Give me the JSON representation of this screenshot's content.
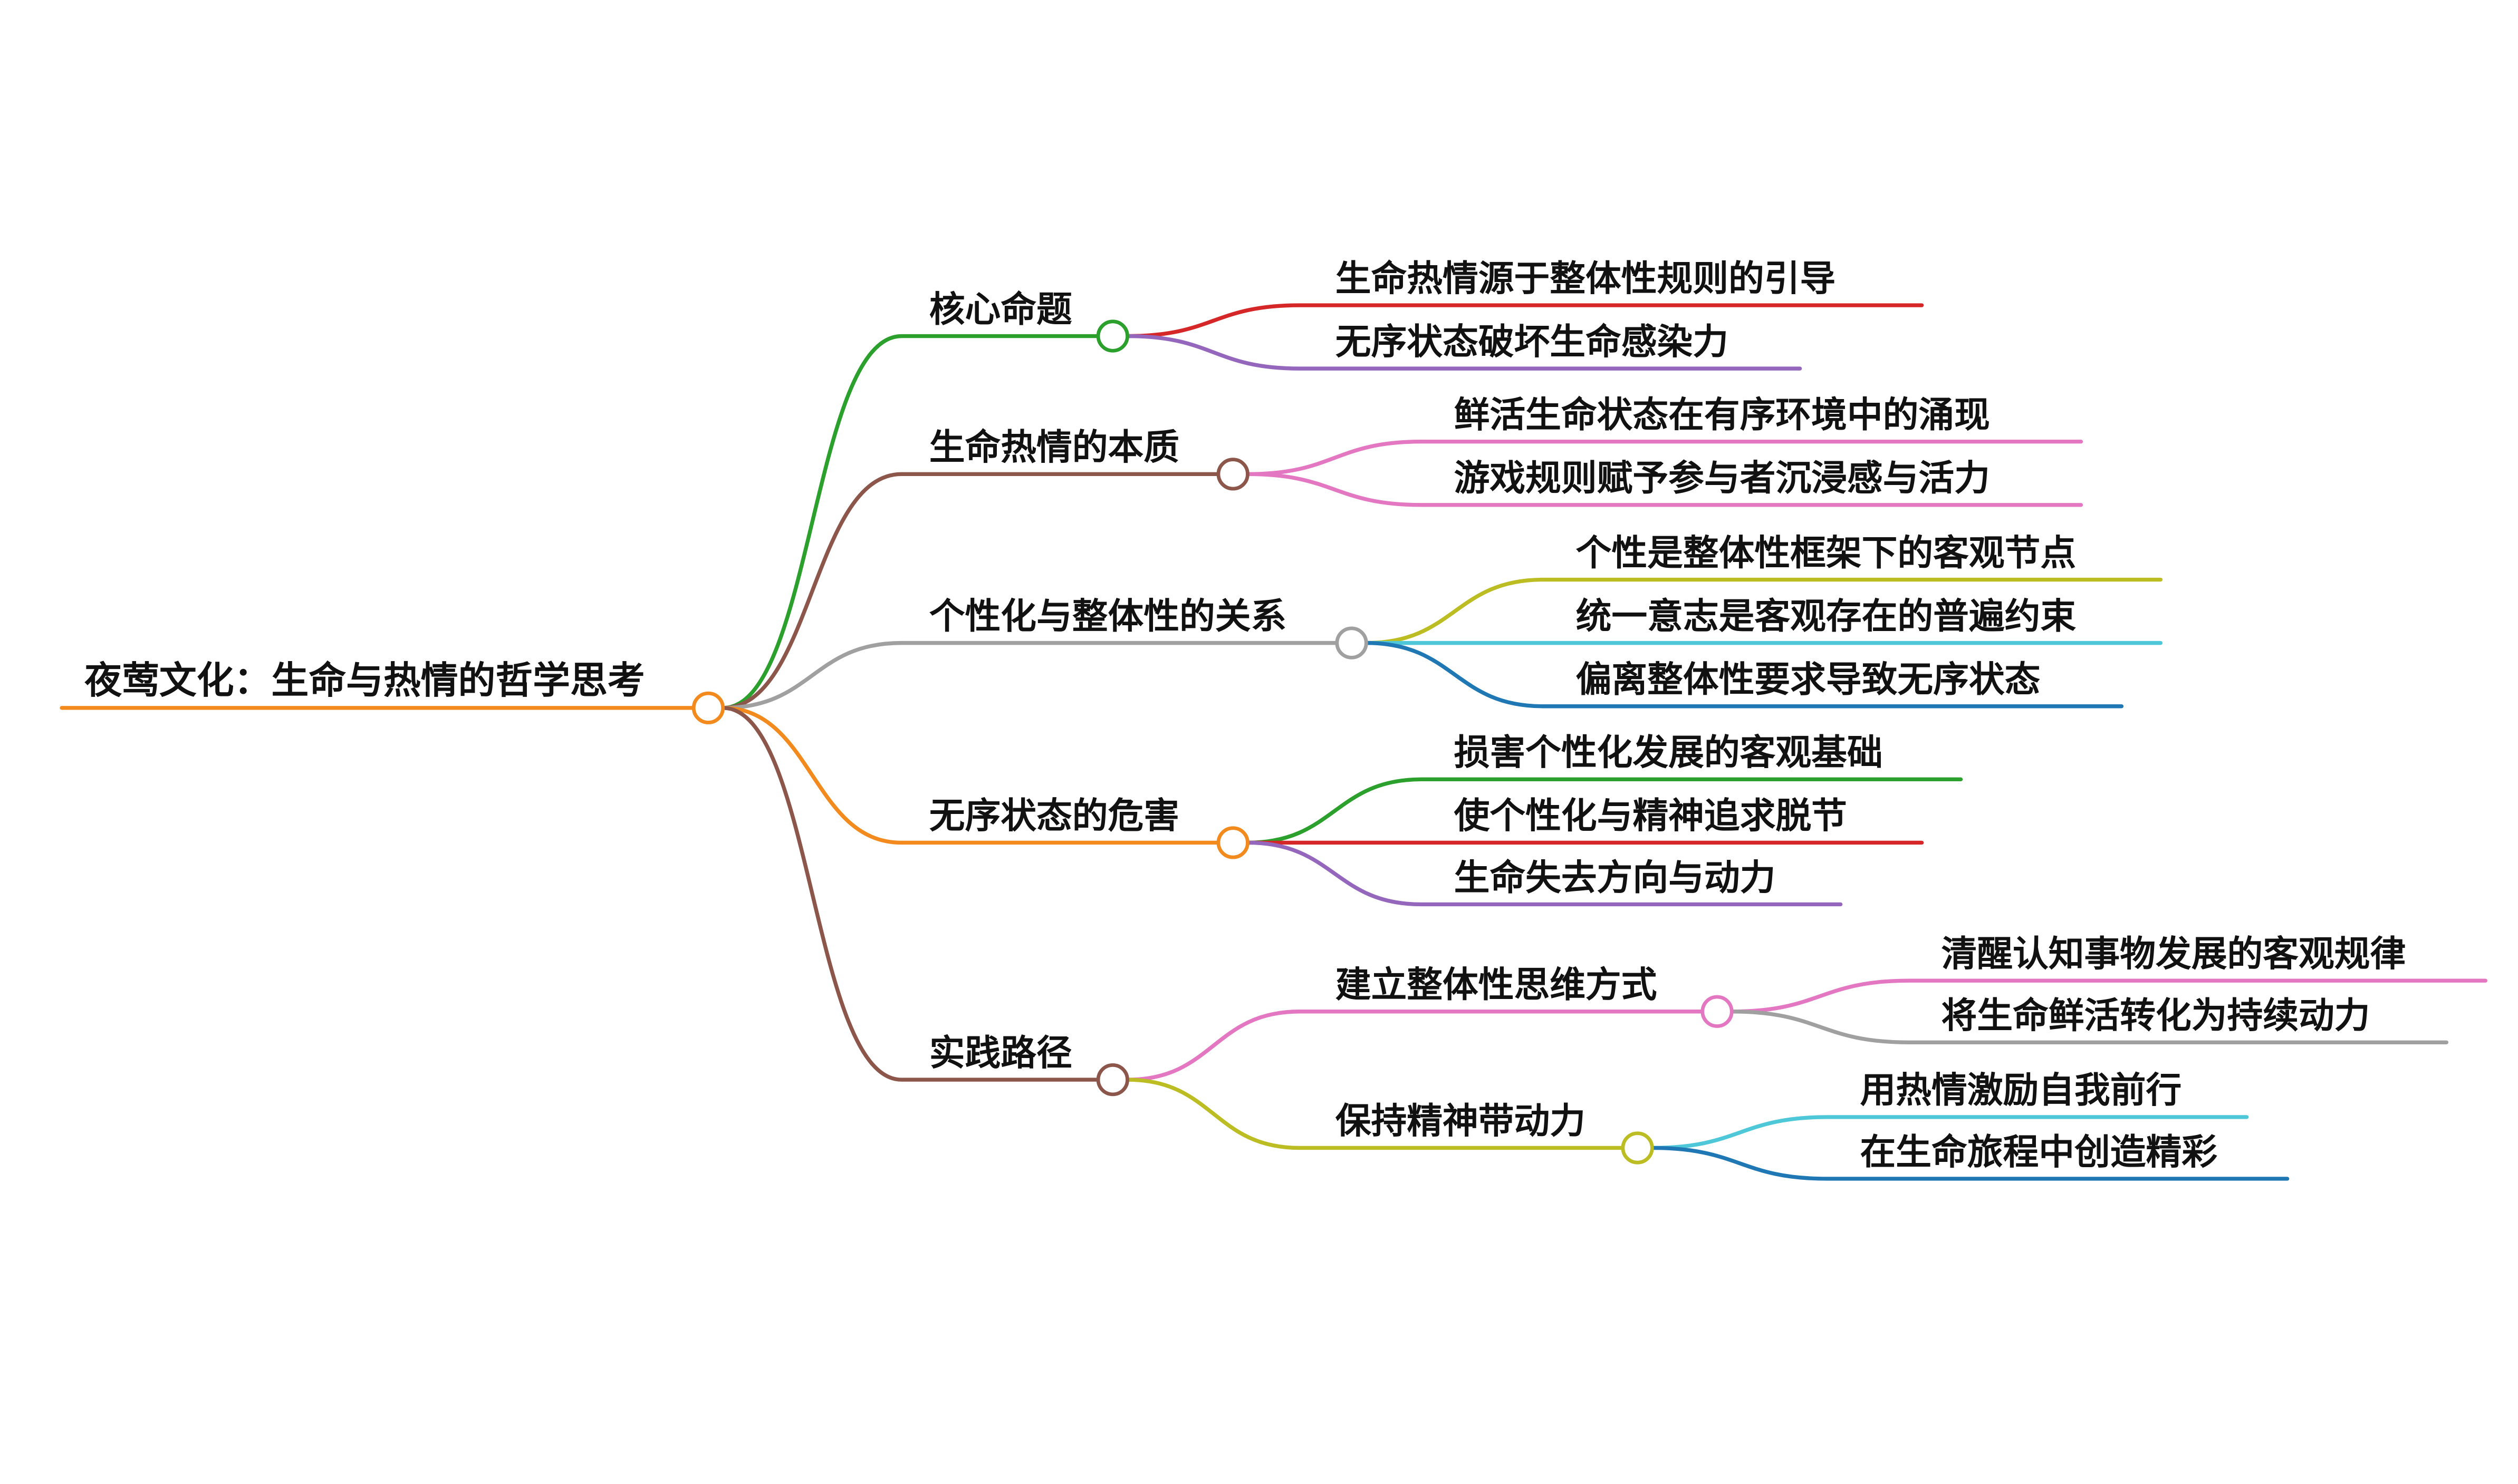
{
  "root": {
    "label": "夜莺文化：生命与热情的哲学思考",
    "color": "#f28a1e",
    "children": [
      {
        "label": "核心命题",
        "color": "#2ca02c",
        "children": [
          {
            "label": "生命热情源于整体性规则的引导",
            "color": "#d62728"
          },
          {
            "label": "无序状态破坏生命感染力",
            "color": "#9467bd"
          }
        ]
      },
      {
        "label": "生命热情的本质",
        "color": "#8c564b",
        "children": [
          {
            "label": "鲜活生命状态在有序环境中的涌现",
            "color": "#e377c2"
          },
          {
            "label": "游戏规则赋予参与者沉浸感与活力",
            "color": "#e377c2"
          }
        ]
      },
      {
        "label": "个性化与整体性的关系",
        "color": "#a0a0a0",
        "children": [
          {
            "label": "个性是整体性框架下的客观节点",
            "color": "#bcbd22"
          },
          {
            "label": "统一意志是客观存在的普遍约束",
            "color": "#4ec8d8"
          },
          {
            "label": "偏离整体性要求导致无序状态",
            "color": "#1f77b4"
          }
        ]
      },
      {
        "label": "无序状态的危害",
        "color": "#f28a1e",
        "children": [
          {
            "label": "损害个性化发展的客观基础",
            "color": "#2ca02c"
          },
          {
            "label": "使个性化与精神追求脱节",
            "color": "#d62728"
          },
          {
            "label": "生命失去方向与动力",
            "color": "#9467bd"
          }
        ]
      },
      {
        "label": "实践路径",
        "color": "#8c564b",
        "children": [
          {
            "label": "建立整体性思维方式",
            "color": "#e377c2",
            "children": [
              {
                "label": "清醒认知事物发展的客观规律",
                "color": "#e377c2"
              },
              {
                "label": "将生命鲜活转化为持续动力",
                "color": "#a0a0a0"
              }
            ]
          },
          {
            "label": "保持精神带动力",
            "color": "#bcbd22",
            "children": [
              {
                "label": "用热情激励自我前行",
                "color": "#4ec8d8"
              },
              {
                "label": "在生命旅程中创造精彩",
                "color": "#1f77b4"
              }
            ]
          }
        ]
      }
    ]
  }
}
